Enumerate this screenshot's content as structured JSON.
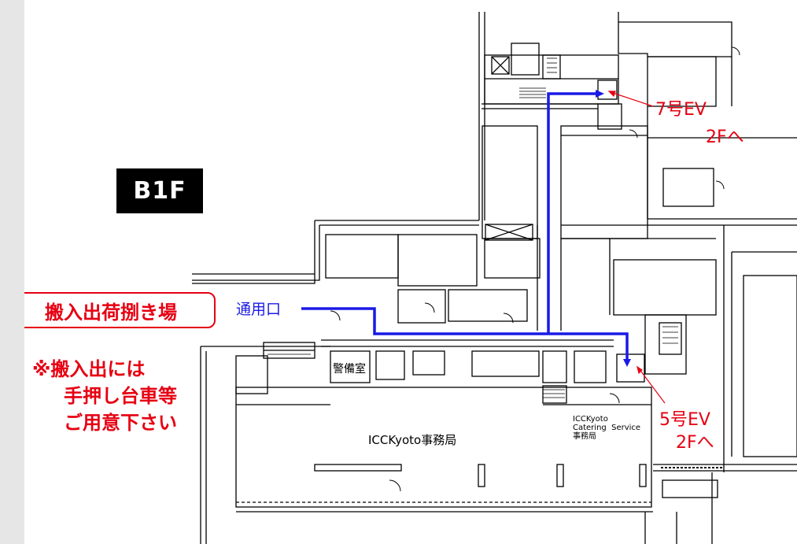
{
  "floor_label": "B1F",
  "loading_area": "搬入出荷捌き場",
  "note_lines": [
    "※搬入出には",
    "手押し台車等",
    "ご用意下さい"
  ],
  "entrance_label": "通用口",
  "ev7_label": "7号EV",
  "ev7_dest": "2Fへ",
  "ev5_label": "5号EV",
  "ev5_dest": "2Fへ",
  "guard_room": "警備室",
  "office": "ICCKyoto事務局",
  "catering_lines": [
    "ICCKyoto",
    "Catering  Service",
    "事務局"
  ],
  "colors": {
    "route": "#1a1ae6",
    "annotation": "#e60012",
    "walls": "#000000",
    "sidebar": "#e6e6e6"
  }
}
